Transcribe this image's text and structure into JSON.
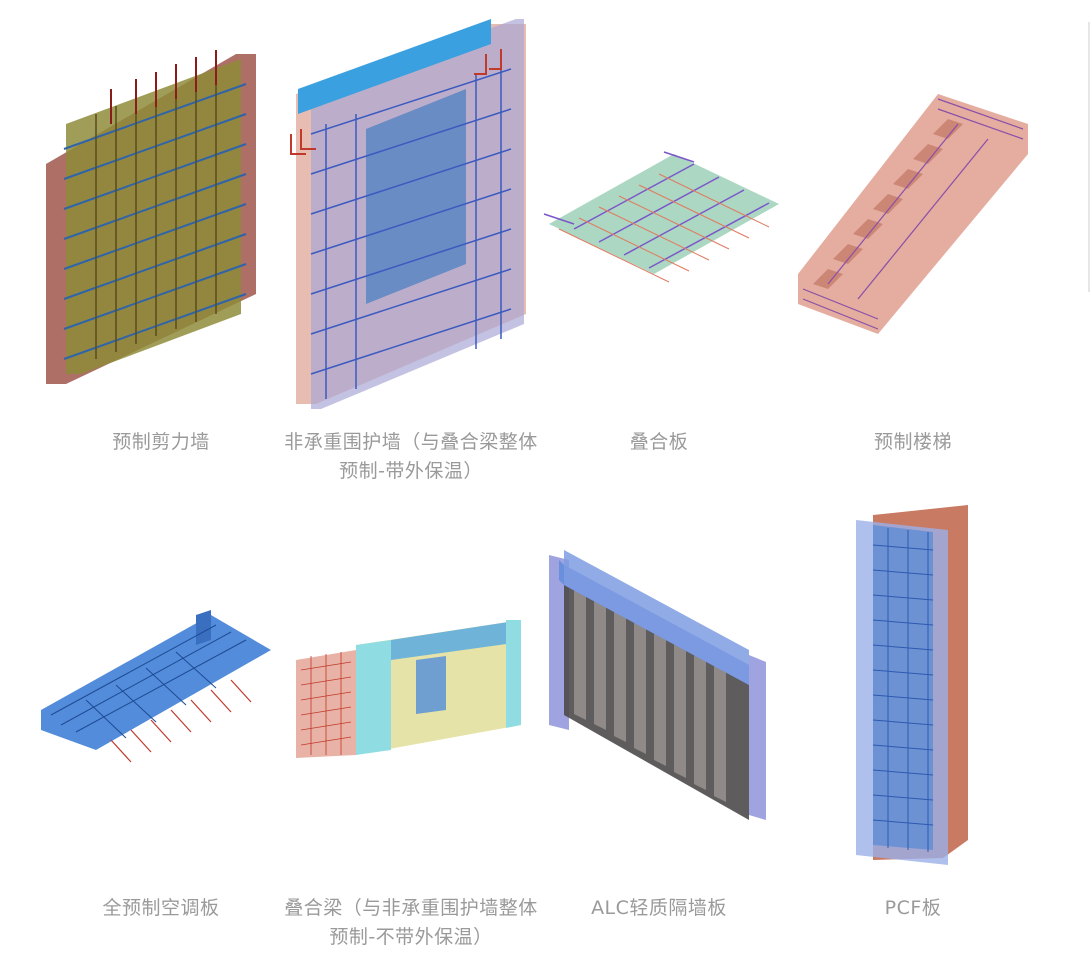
{
  "items": [
    {
      "label": "预制剪力墙"
    },
    {
      "label": "非承重围护墙（与叠合梁整体预制-带外保温）"
    },
    {
      "label": "叠合板"
    },
    {
      "label": "预制楼梯"
    },
    {
      "label": "全预制空调板"
    },
    {
      "label": "叠合梁（与非承重围护墙整体预制-不带外保温）"
    },
    {
      "label": "ALC轻质隔墙板"
    },
    {
      "label": "PCF板"
    }
  ],
  "colors": {
    "caption": "#9a9a9a",
    "concrete_red": "#c9786a",
    "rebar_blue": "#3b78c4",
    "panel_blue": "#4a86d8",
    "olive": "#9c9a3c",
    "lavender": "#a9a8d6"
  }
}
